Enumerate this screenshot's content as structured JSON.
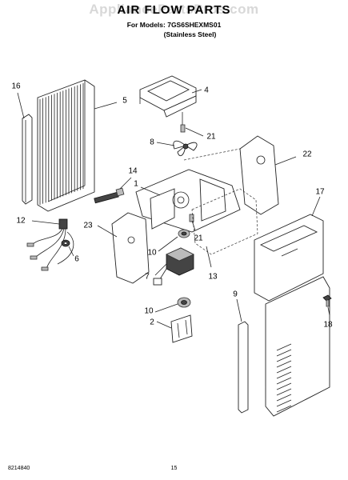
{
  "watermark": "AppliancePartsPros.com",
  "title": "AIR FLOW PARTS",
  "models_line": "For Models: 7GS6SHEXMS01",
  "finish_line": "(Stainless Steel)",
  "callouts": {
    "c1": "1",
    "c2": "2",
    "c4": "4",
    "c5": "5",
    "c6": "6",
    "c7": "7",
    "c8": "8",
    "c9": "9",
    "c10a": "10",
    "c10b": "10",
    "c12": "12",
    "c13": "13",
    "c14": "14",
    "c16": "16",
    "c17": "17",
    "c18": "18",
    "c21a": "21",
    "c21b": "21",
    "c22": "22",
    "c23": "23"
  },
  "footer": {
    "doc_number": "8214840",
    "page_number": "15"
  }
}
